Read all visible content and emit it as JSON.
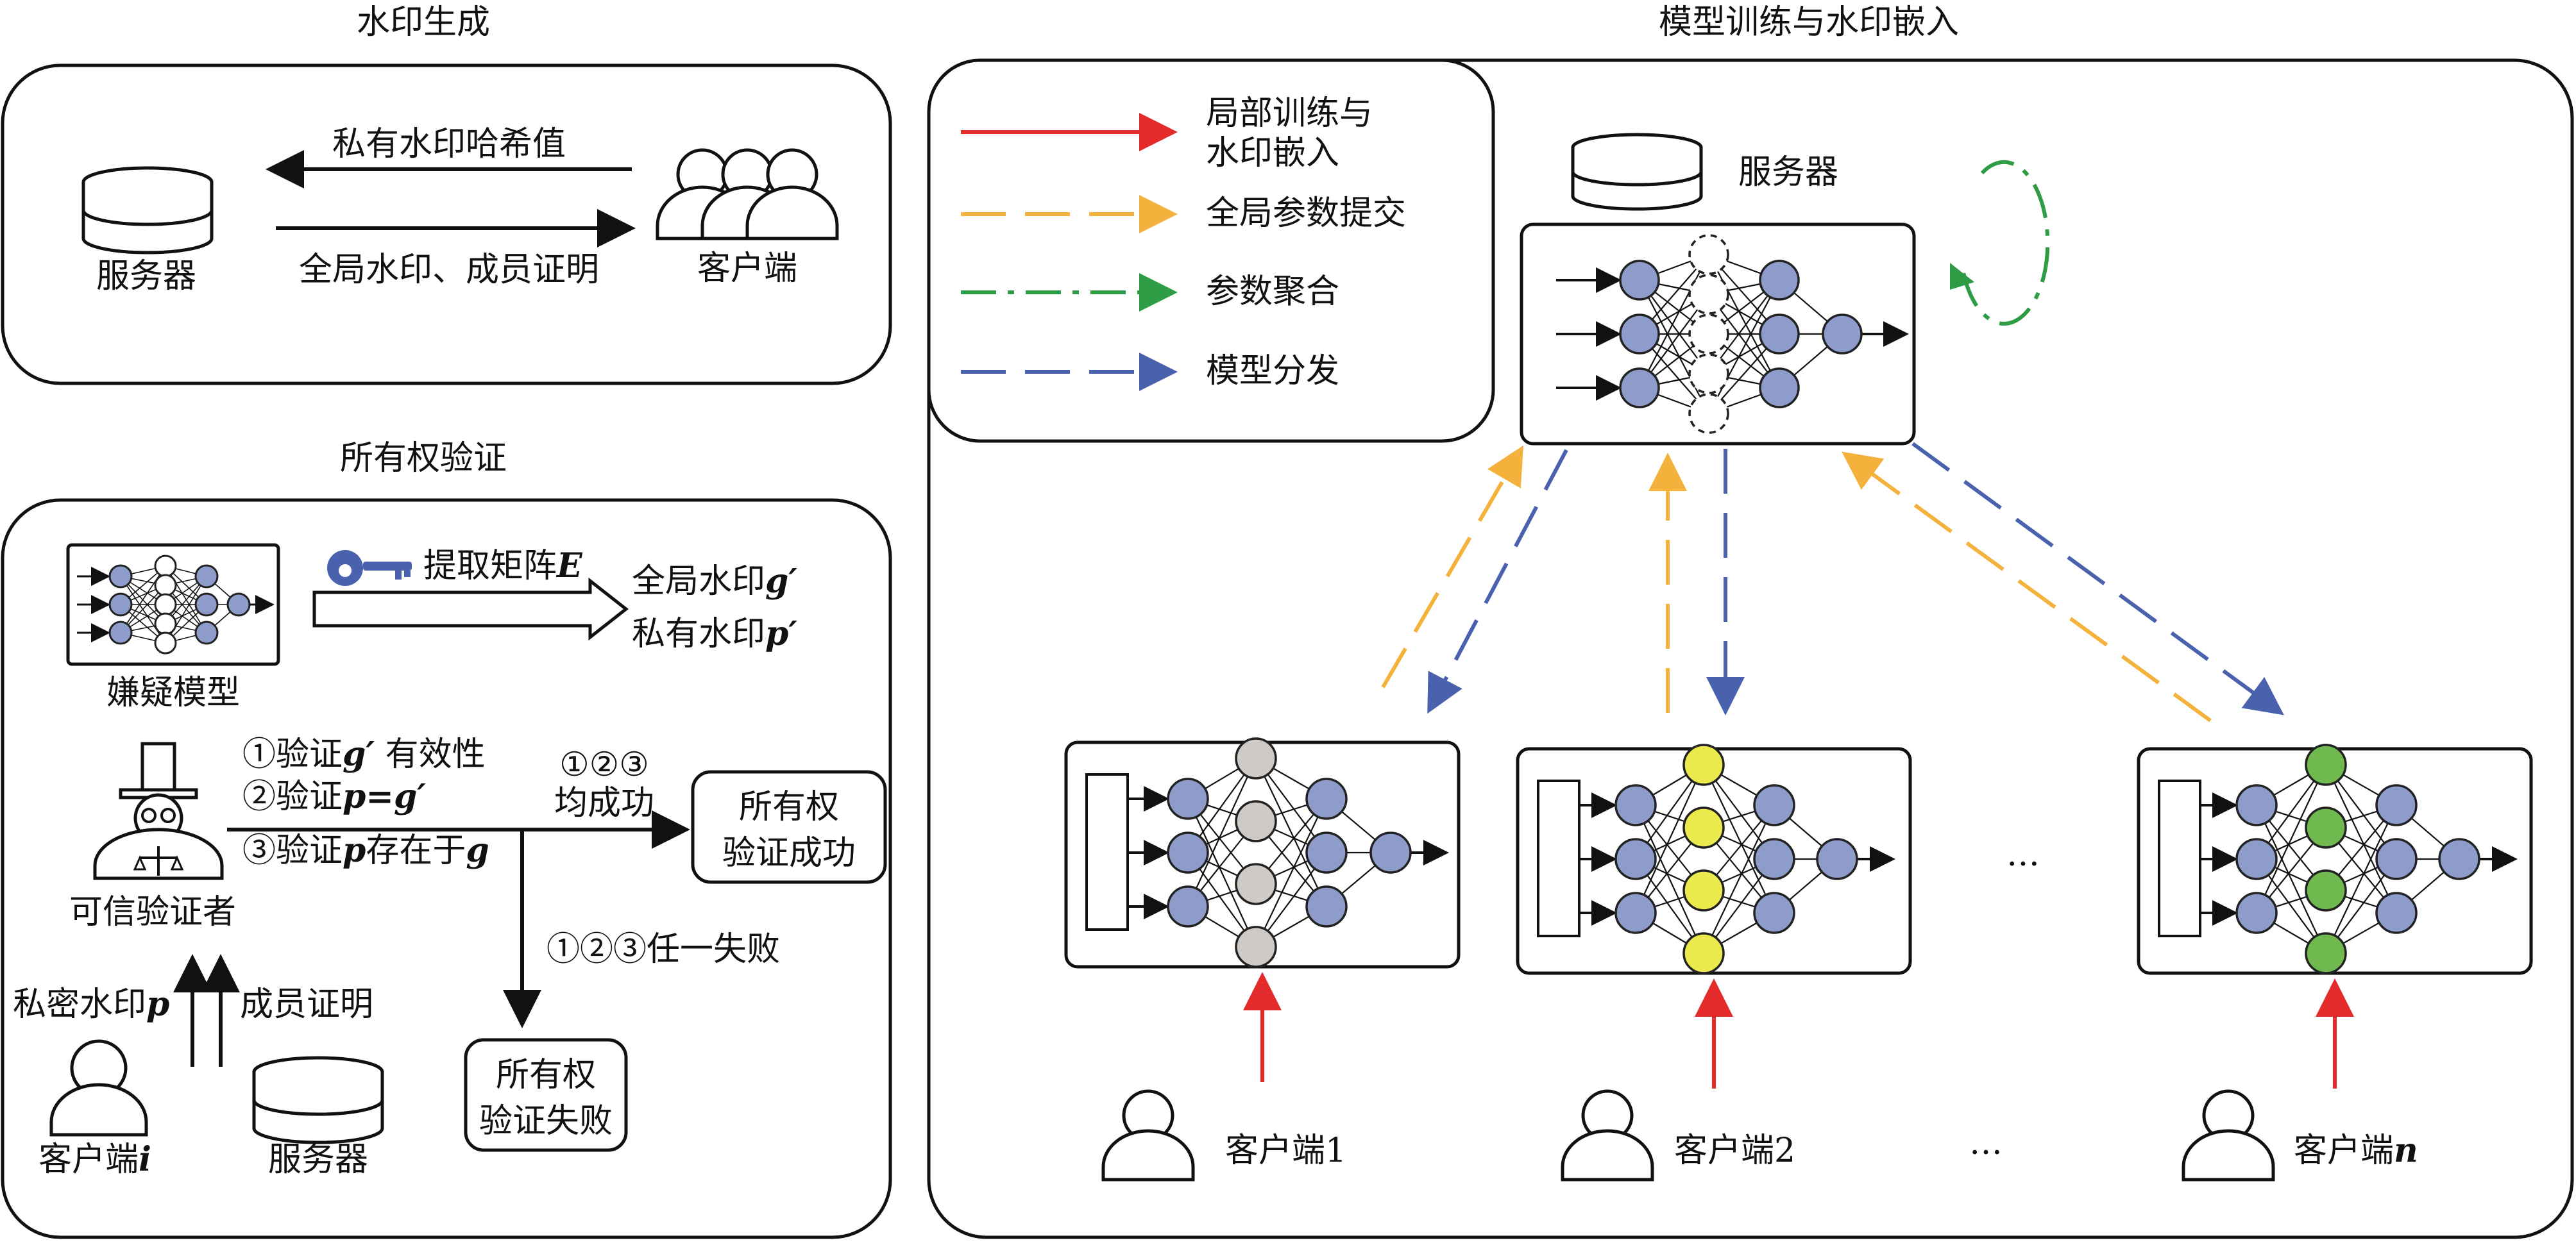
{
  "sections": {
    "watermark_generation": {
      "title": "水印生成",
      "server_label": "服务器",
      "client_label": "客户端",
      "arrow_to_server": "私有水印哈希值",
      "arrow_to_client": "全局水印、成员证明"
    },
    "ownership_verification": {
      "title": "所有权验证",
      "suspect_model_label": "嫌疑模型",
      "extract_label": "提取矩阵",
      "extract_symbol": "E",
      "global_watermark": "全局水印",
      "global_symbol": "g′",
      "private_watermark": "私有水印",
      "private_symbol": "p′",
      "verifier_label": "可信验证者",
      "step1_prefix": "①验证",
      "step1_symbol": "g′",
      "step1_suffix": "有效性",
      "step2_prefix": "②验证",
      "step2_symbol": "p=g′",
      "step3_prefix": "③验证",
      "step3_symbol_p": "p",
      "step3_middle": "存在于",
      "step3_symbol_g": "g",
      "success_condition_1": "①②③",
      "success_condition_2": "均成功",
      "success_box_1": "所有权",
      "success_box_2": "验证成功",
      "fail_condition": "①②③任一失败",
      "fail_box_1": "所有权",
      "fail_box_2": "验证失败",
      "secret_watermark": "私密水印",
      "secret_symbol": "p",
      "member_proof": "成员证明",
      "client_i_label": "客户端",
      "client_i_symbol": "i",
      "server_label": "服务器"
    },
    "training": {
      "title": "模型训练与水印嵌入",
      "server_label": "服务器",
      "legend": [
        {
          "label_line1": "局部训练与",
          "label_line2": "水印嵌入",
          "color": "#e32b2b",
          "style": "solid"
        },
        {
          "label_line1": "全局参数提交",
          "label_line2": "",
          "color": "#f4b13b",
          "style": "dashed"
        },
        {
          "label_line1": "参数聚合",
          "label_line2": "",
          "color": "#2e9c44",
          "style": "dashdot"
        },
        {
          "label_line1": "模型分发",
          "label_line2": "",
          "color": "#4a62ad",
          "style": "dashed"
        }
      ],
      "clients": [
        {
          "name": "客户端1",
          "hidden_color": "#cfcac6"
        },
        {
          "name": "客户端2",
          "hidden_color": "#eaea4c"
        },
        {
          "name": "客户端",
          "name_symbol": "n",
          "hidden_color": "#6fb94e"
        }
      ],
      "ellipsis": "…"
    }
  },
  "colors": {
    "node_blue": "#8e9ccb",
    "node_outline": "#222222",
    "local_training": "#e32b2b",
    "param_submit": "#f4b13b",
    "aggregation": "#2e9c44",
    "distribution": "#4a62ad"
  }
}
